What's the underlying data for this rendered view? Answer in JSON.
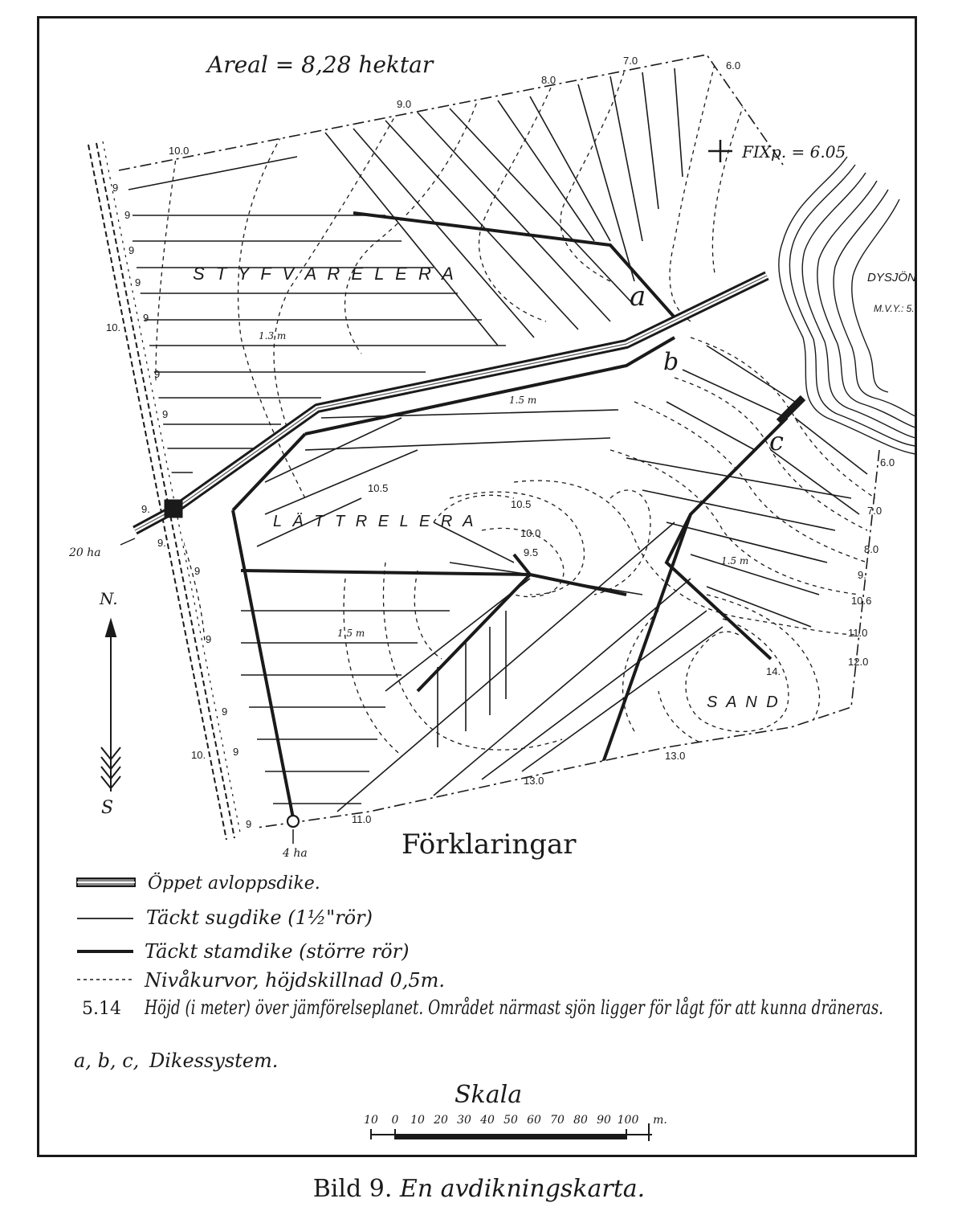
{
  "map": {
    "area_label": "Areal = 8,28 hektar",
    "fixpoint_label": "FIXp. = 6.05",
    "lake_name": "DYSJÖN",
    "lake_level": "M.V.Y.: 5.",
    "soil_upper": "S T Y F V A R E   L E R A",
    "soil_lower": "L Ä T T R E   L E R A",
    "soil_sand": "S A N D",
    "system_letters": [
      "a",
      "b",
      "c"
    ],
    "inflow_left": "20 ha",
    "inflow_bottom": "4 ha",
    "north": "N.",
    "south": "S",
    "depth_labels": [
      "1.3 m",
      "1.5 m",
      "1.5 m",
      "1.5 m"
    ],
    "contour_labels": [
      "10.0",
      "9.0",
      "8.0",
      "7.0",
      "6.0",
      "10.",
      "9.",
      "9.",
      "10.",
      "11.0",
      "13.0",
      "13.0",
      "12.0",
      "11.0",
      "10.6",
      "9.",
      "8.0",
      "7.0",
      "6.0",
      "10.5",
      "10.5",
      "10.0",
      "9.5",
      "14."
    ],
    "edge_height_labels": [
      "9",
      "9",
      "9",
      "9",
      "9",
      "9",
      "9",
      "9",
      "9",
      "9",
      "9",
      "9"
    ]
  },
  "legend": {
    "title": "Förklaringar",
    "items": [
      {
        "symbol": "open-ditch",
        "text": "Öppet avloppsdike."
      },
      {
        "symbol": "thin-line",
        "text": "Täckt sugdike (1½\"rör)"
      },
      {
        "symbol": "thick-line",
        "text": "Täckt stamdike (större rör)"
      },
      {
        "symbol": "dotted-line",
        "text": "Nivåkurvor, höjdskillnad 0,5m."
      },
      {
        "symbol": "number",
        "prefix": "5.14",
        "text": "Höjd (i meter) över jämförelseplanet. Området närmast sjön ligger för lågt för att kunna dräneras."
      },
      {
        "symbol": "letters",
        "prefix": "a, b, c,",
        "text": "Dikessystem."
      }
    ]
  },
  "scale": {
    "title": "Skala",
    "ticks": [
      "10",
      "0",
      "10",
      "20",
      "30",
      "40",
      "50",
      "60",
      "70",
      "80",
      "90",
      "100"
    ],
    "unit": "m."
  },
  "caption": {
    "prefix": "Bild 9.",
    "title": "En avdikningskarta."
  }
}
